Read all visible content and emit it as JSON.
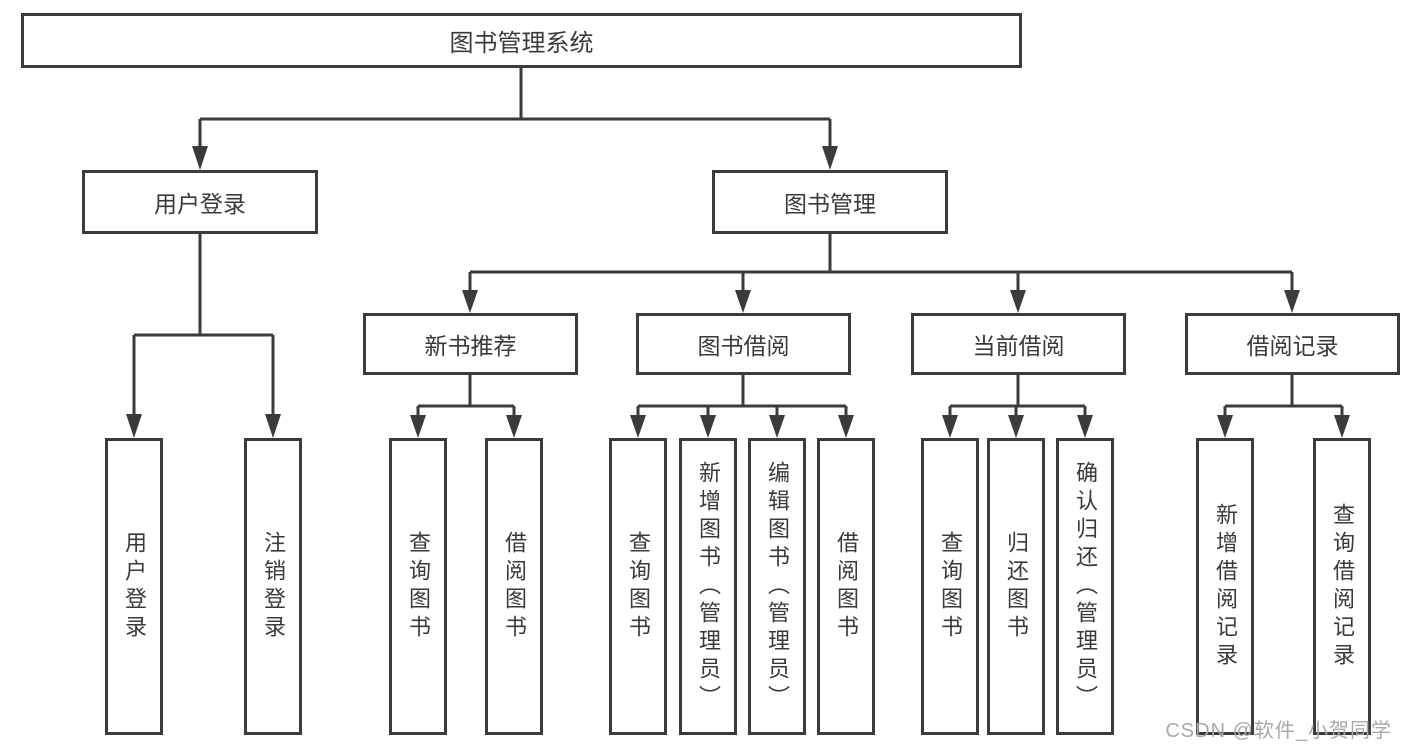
{
  "title": "图书管理系统",
  "watermark": "CSDN @软件_小贺同学",
  "colors": {
    "line": "#3b3b3b",
    "text": "#3a3a3a",
    "watermark": "#a9a9a9",
    "background": "#ffffff"
  },
  "tree": {
    "root": "图书管理系统",
    "children": [
      {
        "label": "用户登录",
        "children": [
          "用户登录",
          "注销登录"
        ]
      },
      {
        "label": "图书管理",
        "children": [
          {
            "label": "新书推荐",
            "children": [
              "查询图书",
              "借阅图书"
            ]
          },
          {
            "label": "图书借阅",
            "children": [
              "查询图书",
              "新增图书（管理员）",
              "编辑图书（管理员）",
              "借阅图书"
            ]
          },
          {
            "label": "当前借阅",
            "children": [
              "查询图书",
              "归还图书",
              "确认归还（管理员）"
            ]
          },
          {
            "label": "借阅记录",
            "children": [
              "新增借阅记录",
              "查询借阅记录"
            ]
          }
        ]
      }
    ]
  }
}
